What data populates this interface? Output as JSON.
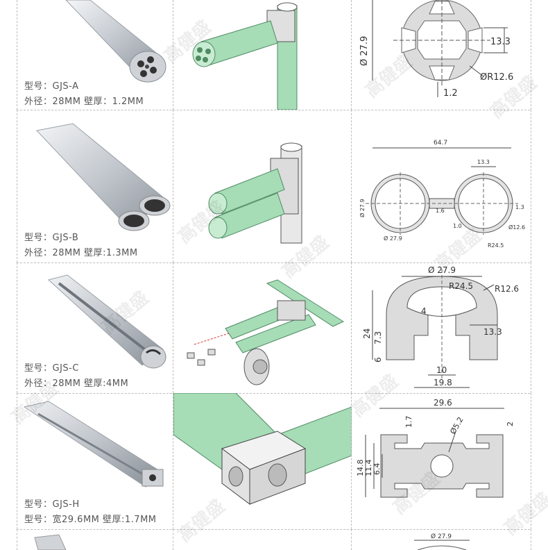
{
  "watermark": "高健盛",
  "rows": [
    {
      "model": "型号：GJS-A",
      "spec": "外径：28MM  壁厚：1.2MM",
      "dims": {
        "d": "Ø 27.9",
        "w": "13.3",
        "r": "ØR12.6",
        "t": "1.2"
      }
    },
    {
      "model": "型号：GJS-B",
      "spec": "外径：28MM  壁厚:1.3MM",
      "dims": {
        "total": "64.7",
        "w": "13.3",
        "d1": "Ø 27.9",
        "d2": "Ø 27.9",
        "gap": "1.6",
        "t": "1.3",
        "r1": "1.0",
        "r2": "Ø12.6",
        "r3": "R24.5"
      }
    },
    {
      "model": "型号：GJS-C",
      "spec": "外径：28MM  壁厚:4MM",
      "dims": {
        "d": "Ø 27.9",
        "r1": "R24.5",
        "r2": "R12.6",
        "h": "24",
        "a": "7.3",
        "b": "6",
        "c": "4",
        "w": "13.3",
        "e": "10",
        "f": "19.8"
      }
    },
    {
      "model": "型号：GJS-H",
      "spec": "型号：宽29.6MM  壁厚:1.7MM",
      "dims": {
        "w": "29.6",
        "t": "1.7",
        "d": "Ø5.2",
        "s": "2",
        "h1": "14.8",
        "h2": "11.4",
        "h3": "6.4"
      }
    },
    {
      "dims": {
        "d": "Ø 27.9"
      }
    }
  ]
}
